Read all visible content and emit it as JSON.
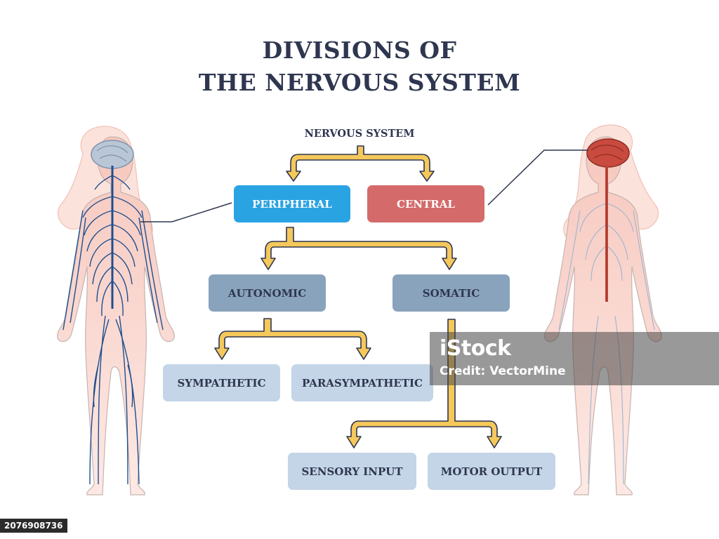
{
  "title": {
    "line1": "DIVISIONS OF",
    "line2": "THE NERVOUS SYSTEM"
  },
  "colors": {
    "title": "#2e3650",
    "arrow_fill": "#f5c85b",
    "arrow_stroke": "#2e3650",
    "peripheral": "#2aa3e3",
    "central": "#d46a6a",
    "level2": "#8aa3bd",
    "level3": "#c3d5e6",
    "nerve_blue": "#1f4f8f",
    "skin_pink": "#f8d2c8",
    "brain_red": "#c94a3e"
  },
  "tree": {
    "root": "Nervous system",
    "peripheral": "Peripheral",
    "central": "Central",
    "autonomic": "Autonomic",
    "somatic": "Somatic",
    "sympathetic": "Sympathetic",
    "parasympathetic": "Parasympathetic",
    "sensory_input": "Sensory input",
    "motor_output": "Motor output"
  },
  "watermark": {
    "logo": "iStock",
    "credit": "Credit: VectorMine"
  },
  "stock_id": "2076908736"
}
